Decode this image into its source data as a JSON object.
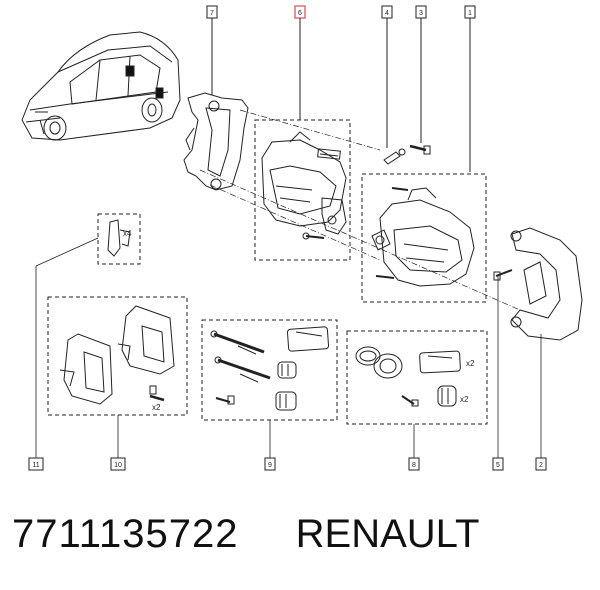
{
  "callouts": {
    "c1": "1",
    "c2": "2",
    "c3": "3",
    "c4": "4",
    "c5": "5",
    "c6": "6",
    "c7": "7",
    "c8": "8",
    "c9": "9",
    "c10": "10",
    "c11": "11"
  },
  "callout_highlight_color": "#d8252c",
  "quantities": {
    "clips": "x4",
    "pad_bolts": "x2",
    "kit8_sleeve": "x2",
    "kit8_pins": "x2"
  },
  "footer": {
    "part_number": "7711135722",
    "brand": "RENAULT"
  }
}
